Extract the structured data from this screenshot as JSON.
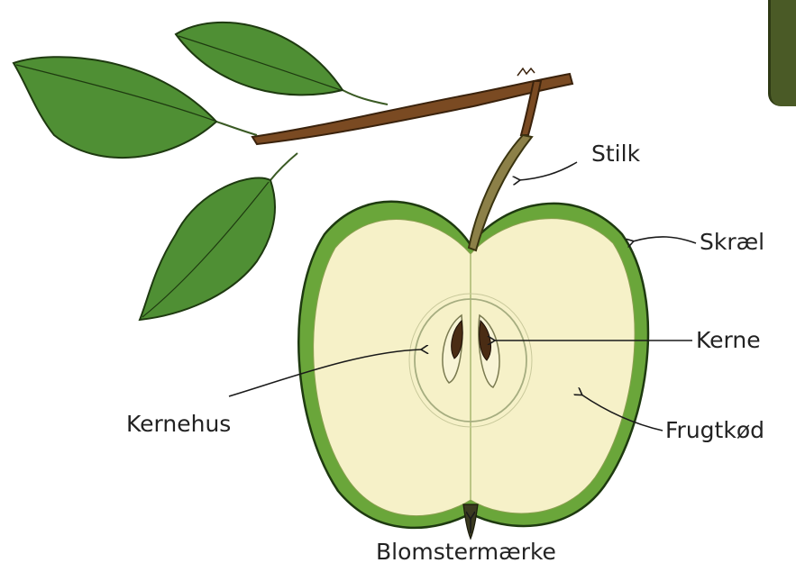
{
  "labels": {
    "stem": "Stilk",
    "peel": "Skræl",
    "seed": "Kerne",
    "core": "Kernehus",
    "flesh": "Frugtkød",
    "calyx": "Blomstermærke"
  },
  "colors": {
    "peel": "#6aa63a",
    "flesh": "#f6f1c8",
    "branch": "#7a4a22",
    "leaf": "#4f8f34",
    "seed": "#4a2c14",
    "line": "#1a1a1a"
  }
}
